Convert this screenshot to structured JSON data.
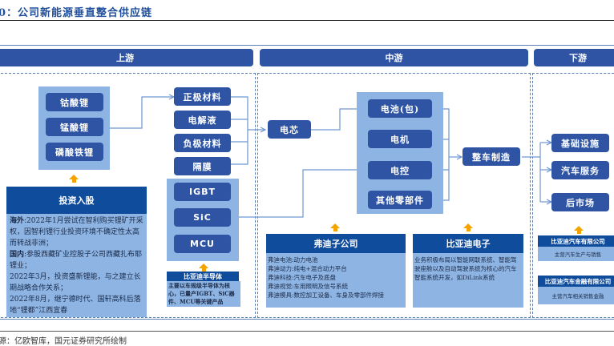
{
  "title": "0：公司新能源垂直整合供应链",
  "stages": {
    "upstream": "上游",
    "midstream": "中游",
    "downstream": "下游"
  },
  "upstream": {
    "lithium_materials": [
      "钴酸锂",
      "锰酸锂",
      "磷酸铁锂"
    ],
    "battery_materials": [
      "正极材料",
      "电解液",
      "负极材料",
      "隔膜"
    ],
    "semiconductors": [
      "IGBT",
      "SiC",
      "MCU"
    ],
    "investment": {
      "title": "投资入股",
      "lines": [
        {
          "bold": "海外",
          "text": ":2022年1月尝试在智利购买锂矿开采权，因智利锂行业投资环境不确定性太高而转战非洲；"
        },
        {
          "bold": "国内",
          "text": ":参股西藏矿业控股子公司西藏扎布耶锂业；"
        },
        {
          "bold": "",
          "text": "2022年3月，投资盛新锂能，与之建立长期战略合作关系；"
        },
        {
          "bold": "",
          "text": "2022年8月，继宁德时代、国轩高科后落地“锂都”江西宜春"
        }
      ]
    },
    "semiconductor_company": {
      "title": "比亚迪半导体",
      "text": "主要以车规级半导体为核心，已量产IGBT、SiC器件、MCU等关键产品"
    }
  },
  "midstream": {
    "cell": "电芯",
    "components": [
      "电池(包)",
      "电机",
      "电控",
      "其他零部件"
    ],
    "assembly": "整车制造",
    "fudi": {
      "title": "弗迪子公司",
      "lines": [
        "弗迪电池:动力电池",
        "弗迪动力:纯电+混合动力平台",
        "弗迪科技:汽车电子及底盘",
        "弗迪视觉:车用照明及信号系统",
        "弗迪模具:数控加工设备、车身及零部件焊接"
      ]
    },
    "electronics": {
      "title": "比亚迪电子",
      "text": "业务积极布局以智能网联系统、智能驾驶座舱以及自动驾驶系统为核心的汽车智能系统开发，如DiLink系统"
    }
  },
  "downstream": {
    "items": [
      "基础设施",
      "汽车服务",
      "后市场"
    ],
    "auto_company": {
      "title": "比亚迪汽车有限公司",
      "text": "主营汽车生产与销售"
    },
    "finance_company": {
      "title": "比亚迪汽车金融有限公司",
      "text": "主营汽车相关销售金融"
    }
  },
  "source": "源：亿欧智库，国元证券研究所绘制",
  "colors": {
    "header_blue": "#2e54a3",
    "node_blue": "#2e54a3",
    "panel_light_blue": "#8db4e2",
    "info_head_blue": "#0f4c9c",
    "connector_blue": "#6f96d2",
    "arrow_orange": "#f5a300",
    "title_blue": "#1f4e9a"
  }
}
